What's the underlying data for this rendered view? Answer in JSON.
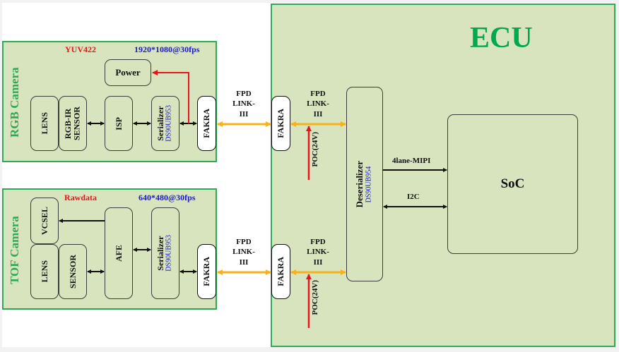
{
  "ecu": {
    "title": "ECU",
    "fakra_top": "FAKRA",
    "fakra_bottom": "FAKRA",
    "link_top": [
      "FPD",
      "LINK-",
      "III"
    ],
    "link_bottom": [
      "FPD",
      "LINK-",
      "III"
    ],
    "poc_top": "POC(24V)",
    "poc_bottom": "POC(24V)",
    "deserializer": {
      "label": "Deserializer",
      "part": "DS90UB954"
    },
    "mipi_label": "4lane-MIPI",
    "i2c_label": "I2C",
    "soc": "SoC"
  },
  "rgb_camera": {
    "title": "RGB Camera",
    "format": "YUV422",
    "resolution": "1920*1080@30fps",
    "power": "Power",
    "lens": "LENS",
    "sensor": [
      "RGB-IR",
      "SENSOR"
    ],
    "isp": "ISP",
    "serializer": {
      "label": "Serializer",
      "part": "DS90UB953"
    },
    "fakra": "FAKRA"
  },
  "tof_camera": {
    "title": "TOF Camera",
    "format": "Rawdata",
    "resolution": "640*480@30fps",
    "vcsel": "VCSEL",
    "lens": "LENS",
    "sensor": "SENSOR",
    "afe": "AFE",
    "serializer": {
      "label": "Serializer",
      "part": "DS90UB953"
    },
    "fakra": "FAKRA"
  },
  "links_between": {
    "top": [
      "FPD",
      "LINK-",
      "III"
    ],
    "bottom": [
      "FPD",
      "LINK-",
      "III"
    ]
  },
  "colors": {
    "panel_fill": "#d7e4bd",
    "panel_border": "#2eaa57",
    "title_green": "#00a84f",
    "format_red": "#e8141c",
    "resolution_blue": "#1a1acc",
    "fpd_link": "#f5b21b",
    "power_line": "#e8141c"
  }
}
